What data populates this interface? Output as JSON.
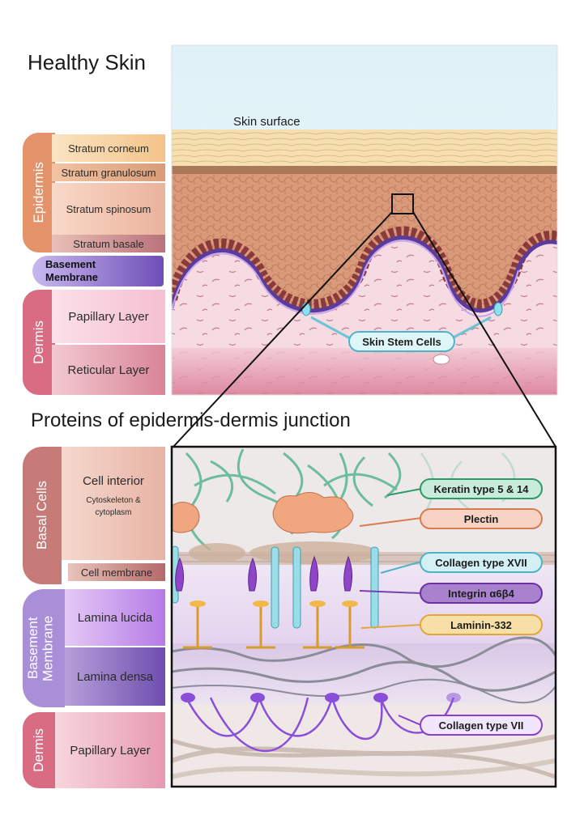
{
  "titles": {
    "healthy_skin": "Healthy Skin",
    "proteins": "Proteins of epidermis-dermis junction"
  },
  "top_panel": {
    "skin_surface": "Skin surface",
    "stem_cells": "Skin Stem Cells"
  },
  "left_top": {
    "epidermis": "Epidermis",
    "stratum_corneum": "Stratum corneum",
    "stratum_granulosum": "Stratum granulosum",
    "stratum_spinosum": "Stratum spinosum",
    "stratum_basale": "Stratum basale",
    "basement_membrane": "Basement Membrane",
    "dermis": "Dermis",
    "papillary_layer": "Papillary Layer",
    "reticular_layer": "Reticular Layer"
  },
  "left_bottom": {
    "basal_cells": "Basal Cells",
    "cell_interior": "Cell interior",
    "cytoskeleton": "Cytoskeleton & cytoplasm",
    "cell_membrane": "Cell membrane",
    "basement_membrane": "Basement Membrane",
    "lamina_lucida": "Lamina lucida",
    "lamina_densa": "Lamina densa",
    "dermis": "Dermis",
    "papillary_layer": "Papillary Layer"
  },
  "callouts": {
    "keratin": "Keratin type 5 & 14",
    "plectin": "Plectin",
    "collagen17": "Collagen type XVII",
    "integrin": "Integrin α6β4",
    "laminin": "Laminin-332",
    "collagen7": "Collagen type VII"
  },
  "colors": {
    "keratin": "#2e9a6a",
    "plectin": "#d97a52",
    "collagen17": "#4db3c9",
    "integrin": "#7a3fb0",
    "laminin": "#e0a83a",
    "collagen7": "#8a3fd0"
  }
}
